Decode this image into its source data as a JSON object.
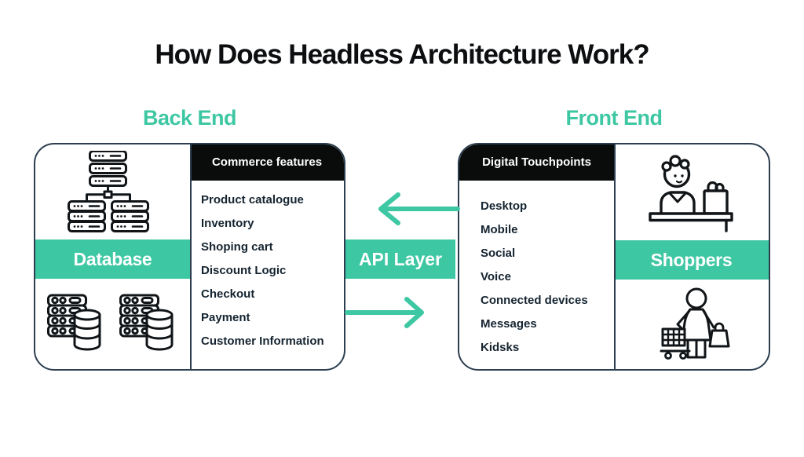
{
  "title": "How Does Headless Architecture Work?",
  "colors": {
    "teal_accent": "#3ec7a3",
    "panel_header_bg": "#0a0b0b",
    "box_border": "#2c3e4f",
    "text_dark": "#152430",
    "band_text": "#ffffff"
  },
  "back_end": {
    "heading": "Back End",
    "band_label": "Database",
    "panel": {
      "header": "Commerce features",
      "items": [
        "Product catalogue",
        "Inventory",
        "Shoping cart",
        "Discount Logic",
        "Checkout",
        "Payment",
        "Customer Information"
      ]
    },
    "icons": {
      "top": "server-cluster-icon",
      "bottom_left": "server-database-icon",
      "bottom_right": "server-database-icon"
    }
  },
  "api_layer": {
    "band_label": "API Layer",
    "arrow_top": "arrow-left-icon",
    "arrow_bottom": "arrow-right-icon"
  },
  "front_end": {
    "heading": "Front End",
    "band_label": "Shoppers",
    "panel": {
      "header": "Digital Touchpoints",
      "items": [
        "Desktop",
        "Mobile",
        "Social",
        "Voice",
        "Connected devices",
        "Messages",
        "Kidsks"
      ]
    },
    "icons": {
      "top": "cashier-counter-icon",
      "bottom": "shopper-cart-icon"
    }
  }
}
